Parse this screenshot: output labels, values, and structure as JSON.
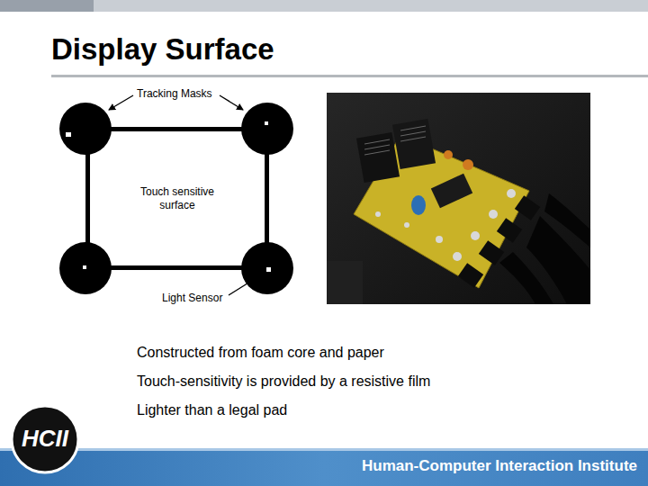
{
  "diagram": {
    "title": "Display Surface",
    "nodes": [
      {
        "text": [
          "Touch sensitive surface"
        ]
      }
    ],
    "labels": [
      "Tracking Masks",
      "Light Sensor",
      "Constructed from foam core and paper",
      "Touch-sensitivity is provided by a resistive film",
      "Lighter than a legal pad",
      "HCII",
      "Human-Computer Interaction Institute"
    ]
  }
}
